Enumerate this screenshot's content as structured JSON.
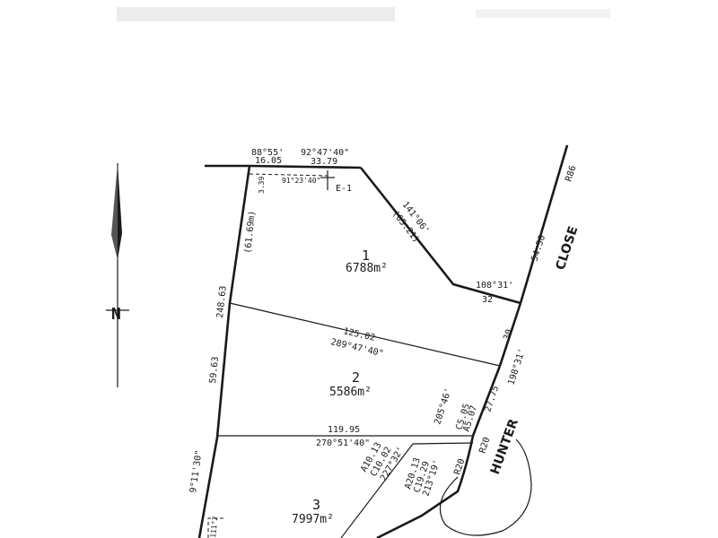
{
  "lots": [
    {
      "number": "1",
      "area": "6788m²"
    },
    {
      "number": "2",
      "area": "5586m²"
    },
    {
      "number": "3",
      "area": "7997m²"
    }
  ],
  "roads": {
    "close": "CLOSE",
    "hunter": "HUNTER"
  },
  "north_label": "N",
  "easement": "E-1",
  "dims": {
    "top_angle": "88°55'",
    "top_len": "16.05",
    "top_bearing": "92°47'40\"",
    "top_len2": "33.79",
    "inner_bearing": "91°23'40\"",
    "small_339": "3.39",
    "r86": "R86",
    "l_6169": "(61.69m)",
    "l_24863": "248.63",
    "l_5963": "59.63",
    "west_bearing": "9°11'30\"",
    "diag_bearing": "141°06'",
    "diag_len": "(65.21)",
    "notch_bearing": "108°31'",
    "notch_len": "32",
    "close_len": "54.50",
    "mid_len": "125.02",
    "mid_bearing": "289°47'40\"",
    "e30": "30",
    "e19831": "198°31'",
    "e2775": "27.75",
    "chord1_bearing": "205°46'",
    "chord1_c": "C5.05",
    "chord1_a": "A5.07",
    "low_len": "119.95",
    "low_bearing": "270°51'40\"",
    "r20a": "R20",
    "r20b": "R20",
    "a1013": "A10.13",
    "c1002": "C10.02",
    "b22732": "227°32'",
    "a2013": "A20.13",
    "c1929": "C19.29",
    "b21319": "213°19'",
    "bottom_frag": "111°2"
  }
}
